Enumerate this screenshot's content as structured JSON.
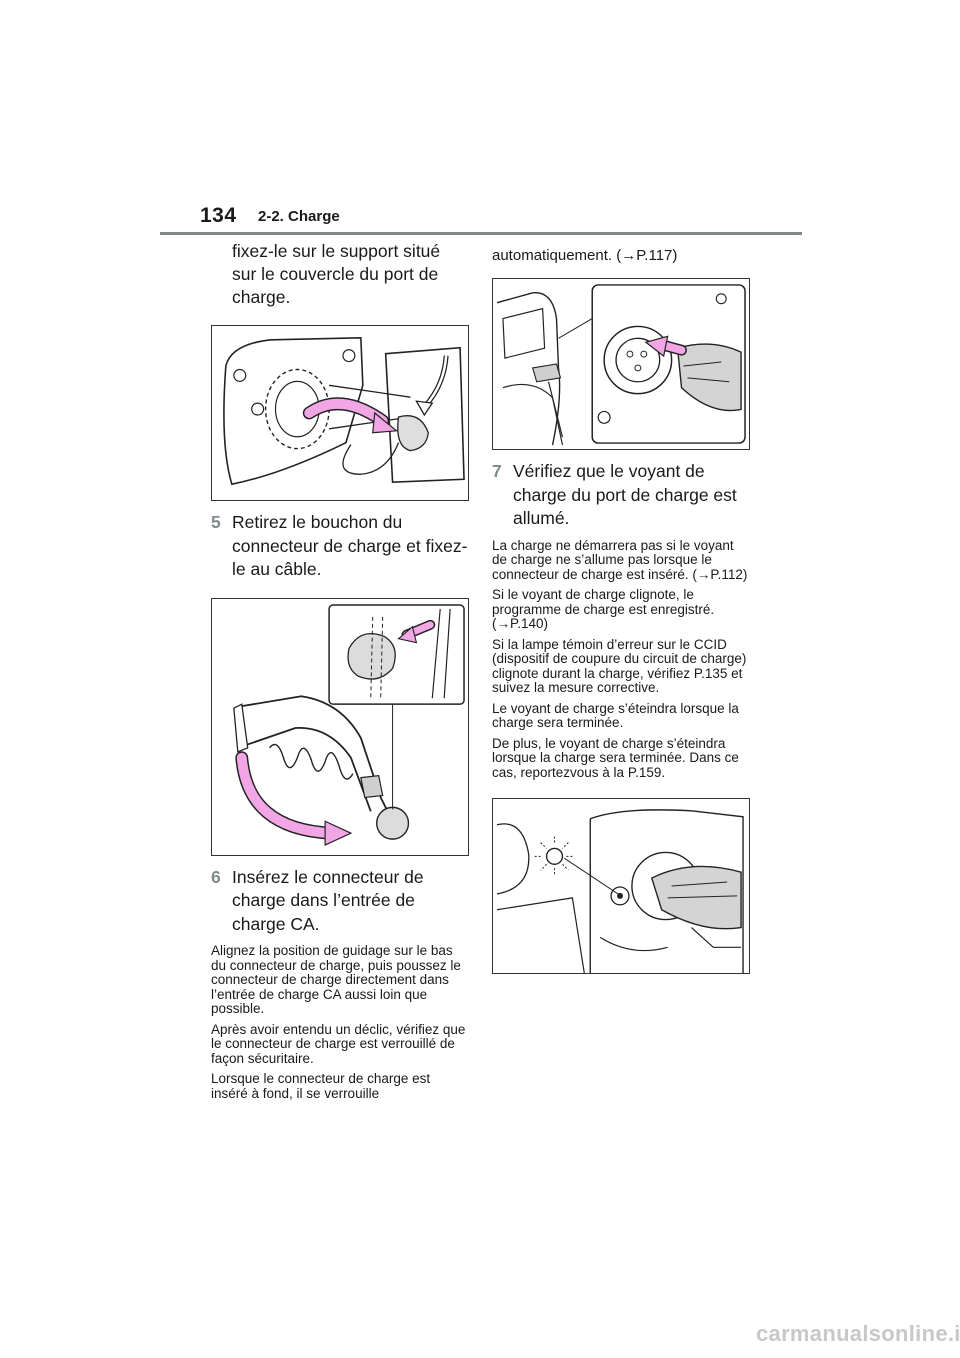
{
  "header": {
    "page_number": "134",
    "section": "2-2. Charge"
  },
  "left": {
    "lead": "fixez-le sur le support situé sur le couvercle du port de charge.",
    "step5": {
      "num": "5",
      "text": "Retirez le bouchon du connecteur de charge et fixez-le au câble."
    },
    "step6": {
      "num": "6",
      "text": "Insérez le connecteur de charge dans l’entrée de charge CA."
    },
    "notes": [
      "Alignez la position de guidage sur le bas du connecteur de charge, puis poussez le connecteur de charge directement dans l’entrée de charge CA aussi loin que possible.",
      "Après avoir entendu un déclic, vérifiez que le connecteur de charge est verrouillé de façon sécuritaire.",
      "Lorsque le connecteur de charge est inséré à fond, il se verrouille"
    ]
  },
  "right": {
    "lead": "automatiquement. (→P.117)",
    "step7": {
      "num": "7",
      "text": "Vérifiez que le voyant de charge du port de charge est allumé."
    },
    "notes": [
      "La charge ne démarrera pas si le voyant de charge ne s’allume pas lorsque le connecteur de charge est inséré. (→P.112)",
      "Si le voyant de charge clignote, le programme de charge est enregistré. (→P.140)",
      "Si la lampe témoin d’erreur sur le CCID (dispositif de coupure du circuit de charge) clignote durant la charge, vérifiez P.135 et suivez la mesure corrective.",
      "Le voyant de charge s’éteindra lorsque la charge sera terminée.",
      "De plus, le voyant de charge s’éteindra lorsque la charge sera terminée. Dans ce cas, reportezvous à la P.159."
    ]
  },
  "colors": {
    "step_number": "#7f8c8d",
    "arrow": "#f2a6e6",
    "rule": "#808a85"
  },
  "footer": {
    "logo": "carmanualsonline.info"
  }
}
